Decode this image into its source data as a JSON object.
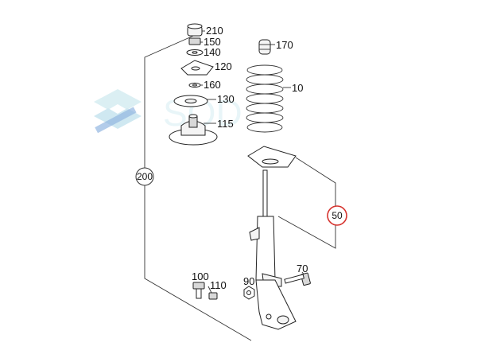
{
  "colors": {
    "line": "#333333",
    "highlight": "#d6332e",
    "watermark": "#bfe3ea"
  },
  "labels": {
    "p210": "210",
    "p150": "150",
    "p140": "140",
    "p120": "120",
    "p160": "160",
    "p130": "130",
    "p115": "115",
    "p170": "170",
    "p10": "10",
    "p200": "200",
    "p50": "50",
    "p100": "100",
    "p110": "110",
    "p90": "90",
    "p70": "70"
  },
  "highlighted_part": "50"
}
